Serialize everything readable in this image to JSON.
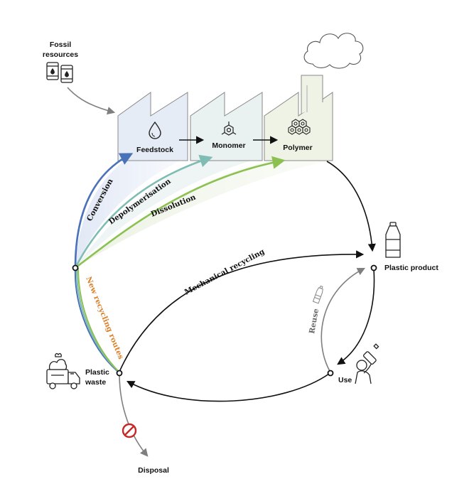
{
  "sources": {
    "fossil_line1": "Fossil",
    "fossil_line2": "resources"
  },
  "stages": {
    "feedstock": "Feedstock",
    "monomer": "Monomer",
    "polymer": "Polymer"
  },
  "nodes": {
    "plastic_product": "Plastic product",
    "use": "Use",
    "plastic_waste_line1": "Plastic",
    "plastic_waste_line2": "waste",
    "disposal": "Disposal"
  },
  "routes": {
    "conversion": "Conversion",
    "depolymerisation": "Depolymerisation",
    "dissolution": "Dissolution",
    "new_recycling_routes": "New recycling routes",
    "mechanical_recycling": "Mechanical recycling",
    "reuse": "Reuse"
  },
  "colors": {
    "conversion": "#4a72b8",
    "depolymerisation": "#7fbcb3",
    "dissolution": "#8cc152",
    "new_routes_text": "#d9822b",
    "feedstock_fill": "#e6ecf6",
    "monomer_fill": "#e9f1f1",
    "polymer_fill": "#eef3e6",
    "grey_flow": "#7f7f7f",
    "no_sign": "#c62828"
  }
}
